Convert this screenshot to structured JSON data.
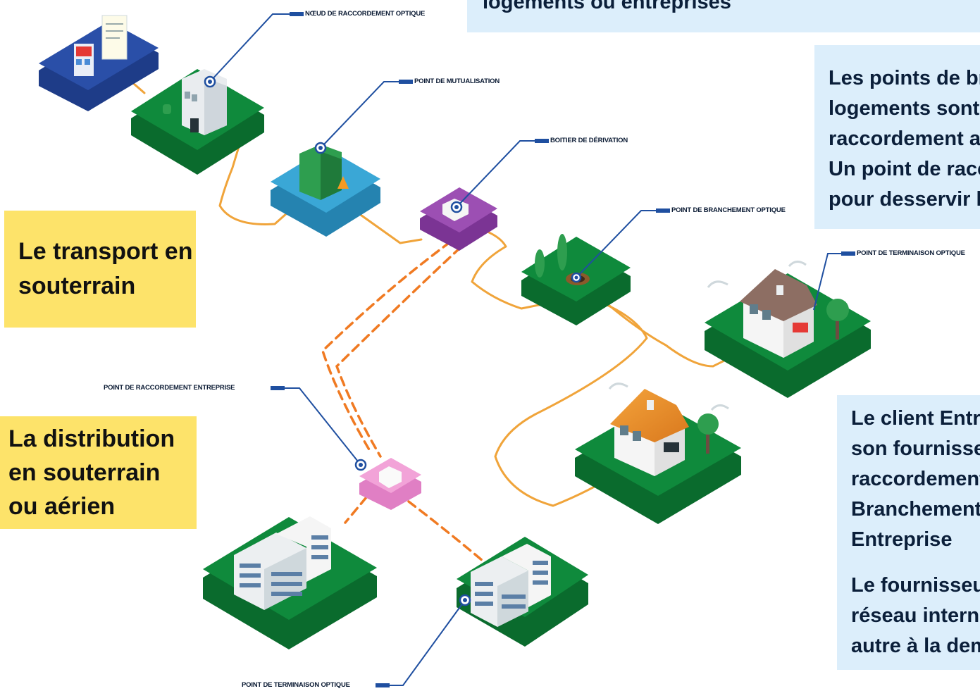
{
  "labels": {
    "noeud": "NŒUD DE RACCORDEMENT OPTIQUE",
    "mutualisation": "POINT DE MUTUALISATION",
    "boitier": "BOITIER DE DÉRIVATION",
    "branchement": "POINT DE BRANCHEMENT OPTIQUE",
    "terminaison_top": "POINT DE TERMINAISON OPTIQUE",
    "raccordement_entreprise": "POINT DE RACCORDEMENT ENTREPRISE",
    "terminaison_bottom": "POINT DE TERMINAISON OPTIQUE"
  },
  "boxes": {
    "top_partial": "logements ou entreprises",
    "transport": [
      "Le transport en",
      "souterrain"
    ],
    "distribution": [
      "La distribution",
      "en souterrain",
      "ou aérien"
    ],
    "branchement_text": [
      "Les points de bra",
      "logements sont i",
      "raccordement au",
      "Un point de racc",
      "pour desservir le"
    ],
    "client_text": [
      "Le client Entre",
      "son fournisseu",
      "raccordement",
      "Branchement",
      "Entreprise"
    ],
    "fournisseur_text": [
      "Le fournisseur",
      "réseau interne",
      "autre à la dem"
    ]
  },
  "colors": {
    "tile_green": "#0f8a3c",
    "tile_green_dark": "#0a6b2d",
    "tile_blue": "#2a4fa8",
    "tile_cyan": "#3aa7d6",
    "tile_purple": "#9c4fb3",
    "tile_pink": "#f2a3d8",
    "cable_solid": "#f0a43a",
    "cable_dashed": "#f07a22",
    "pointer_line": "#1f4fa0",
    "yellow_box": "#fde36a",
    "blue_box": "#dceefb"
  }
}
